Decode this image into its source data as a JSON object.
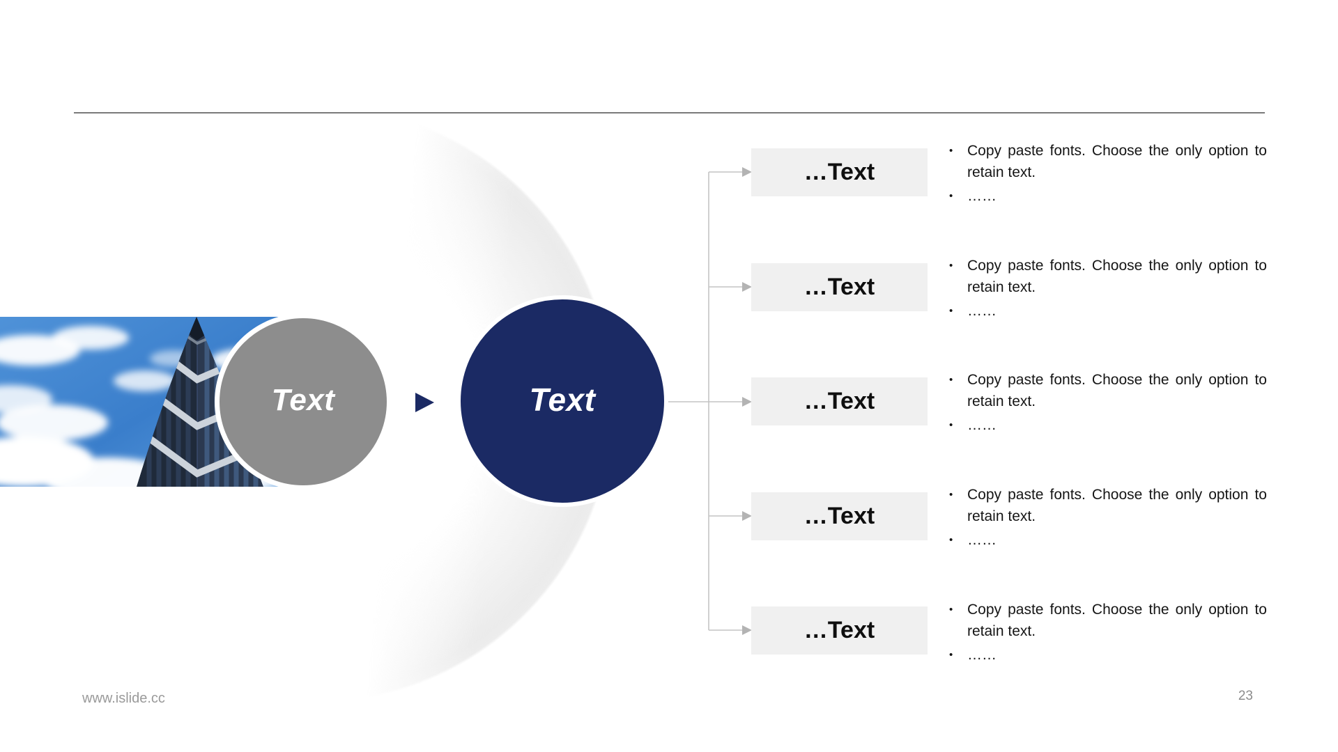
{
  "flow": {
    "input_circle": {
      "label": "Text"
    },
    "hub_circle": {
      "label": "Text"
    },
    "branches": [
      {
        "box_label": "…Text",
        "bullets": [
          "Copy paste fonts. Choose the only option to retain text.",
          "……"
        ]
      },
      {
        "box_label": "…Text",
        "bullets": [
          "Copy paste fonts. Choose the only option to retain text.",
          "……"
        ]
      },
      {
        "box_label": "…Text",
        "bullets": [
          "Copy paste fonts. Choose the only option to retain text.",
          "……"
        ]
      },
      {
        "box_label": "…Text",
        "bullets": [
          "Copy paste fonts. Choose the only option to retain text.",
          "……"
        ]
      },
      {
        "box_label": "…Text",
        "bullets": [
          "Copy paste fonts. Choose the only option to retain text.",
          "……"
        ]
      }
    ]
  },
  "ui": {
    "bullet_char": "•"
  },
  "footer": {
    "website": "www.islide.cc",
    "page_number": "23"
  },
  "colors": {
    "navy": "#1b2a64",
    "gray_circle": "#8d8d8d",
    "box_bg": "#f0f0f0",
    "line": "#c4c4c4",
    "arrowhead": "#b3b3b3",
    "rule": "#7a7a7a",
    "footer_text": "#9a9a9a"
  }
}
